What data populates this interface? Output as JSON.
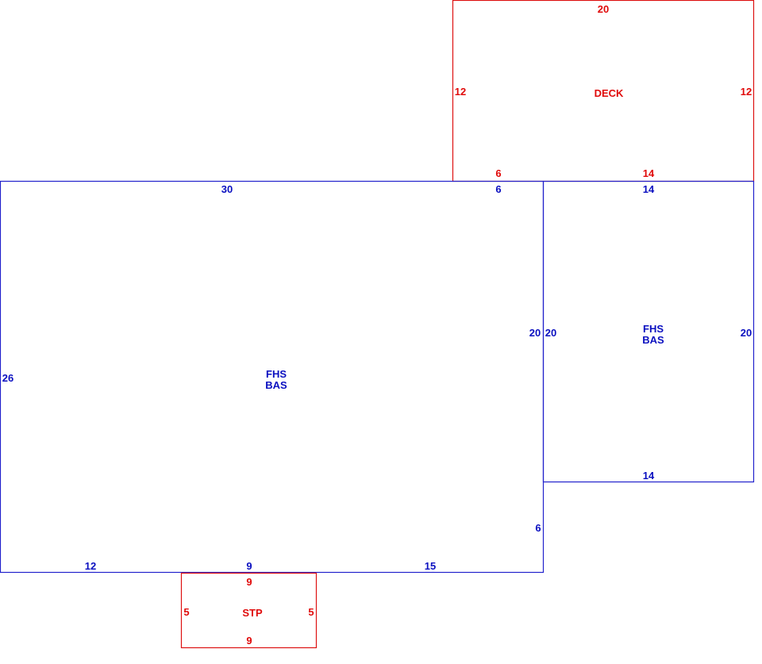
{
  "colors": {
    "blue": "#0a0fc0",
    "red": "#e00a0a"
  },
  "deck": {
    "name": "DECK",
    "top": "20",
    "left": "12",
    "right": "12",
    "bottom_left": "6",
    "bottom_right": "14"
  },
  "main_room": {
    "line1": "FHS",
    "line2": "BAS",
    "top_main": "30",
    "top_right": "6",
    "left": "26",
    "right_upper": "20",
    "right_lower": "6",
    "bottom_left": "12",
    "bottom_mid": "9",
    "bottom_right": "15"
  },
  "side_room": {
    "line1": "FHS",
    "line2": "BAS",
    "top": "14",
    "left": "20",
    "right": "20",
    "bottom": "14"
  },
  "stoop": {
    "name": "STP",
    "top": "9",
    "left": "5",
    "right": "5",
    "bottom": "9"
  }
}
